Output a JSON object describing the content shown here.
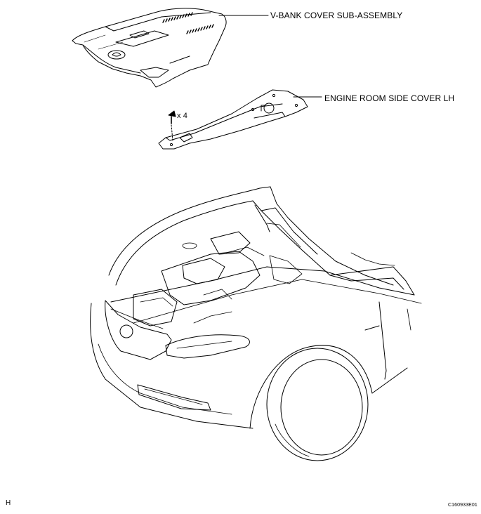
{
  "labels": {
    "v_bank_cover": "V-BANK COVER SUB-ASSEMBLY",
    "engine_room_side_cover": "ENGINE ROOM SIDE COVER LH",
    "clip_quantity": "x 4",
    "corner_letter": "H",
    "figure_code": "C160933E01"
  },
  "colors": {
    "ink": "#000000",
    "background": "#ffffff"
  },
  "icons": {
    "clip": "push-clip-icon",
    "emblem": "lexus-emblem-icon"
  }
}
